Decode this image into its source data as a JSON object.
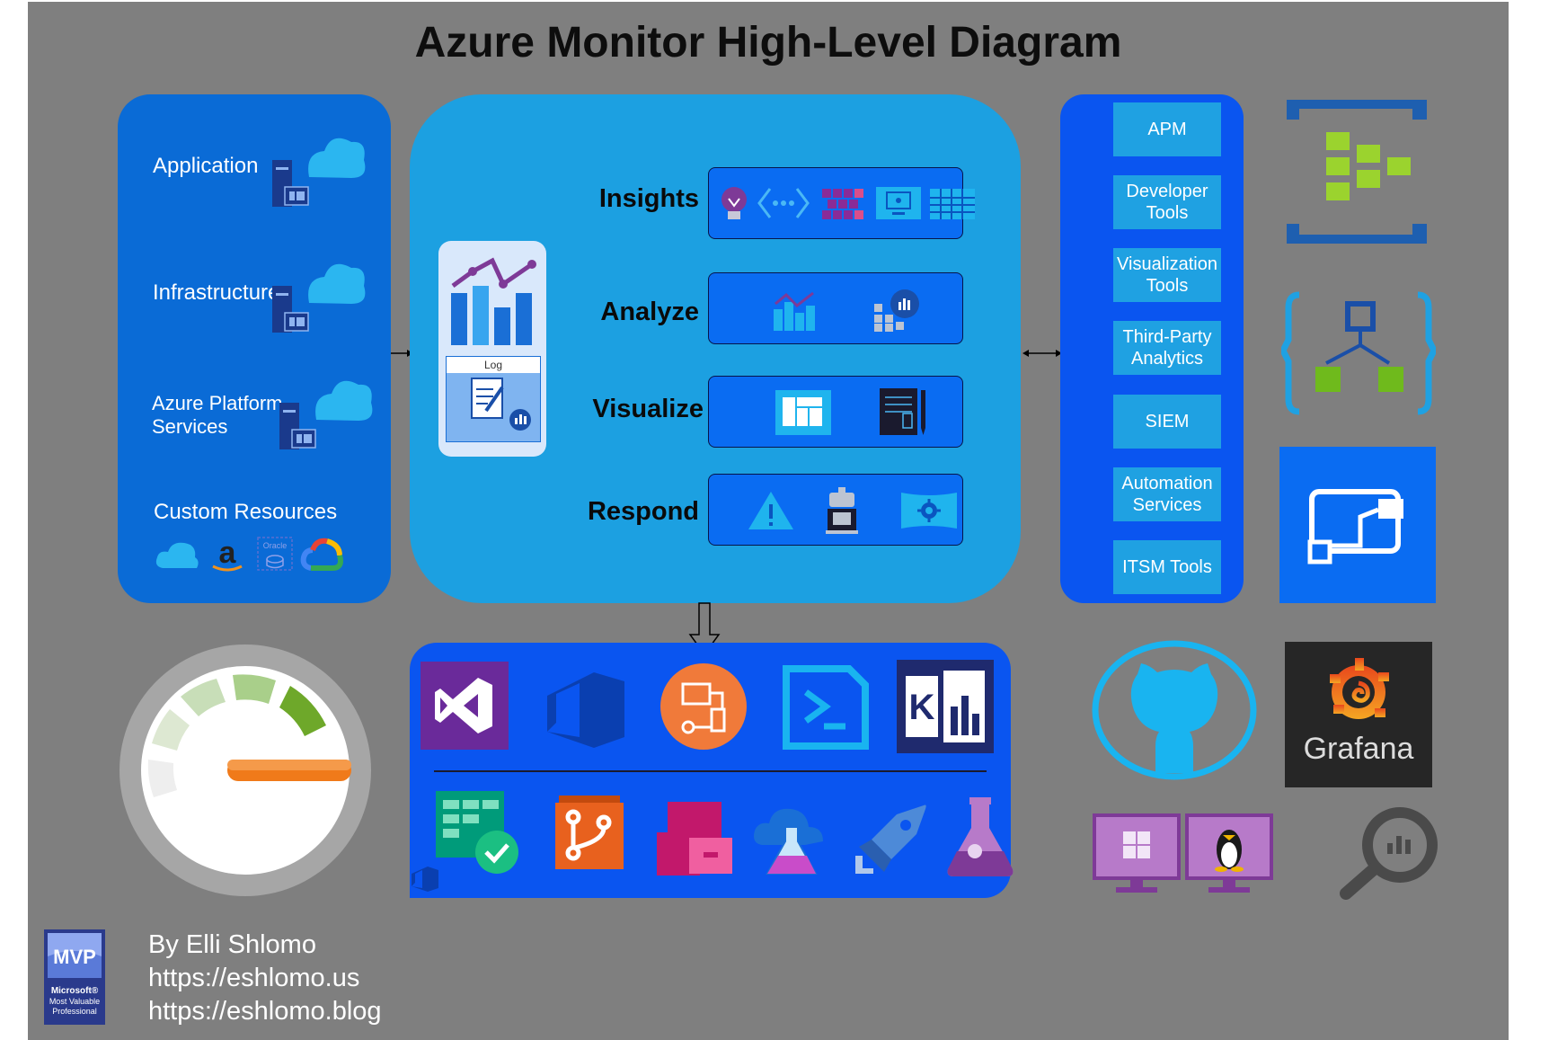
{
  "title": "Azure Monitor High-Level Diagram",
  "sources": {
    "items": [
      {
        "label": "Application"
      },
      {
        "label": "Infrastructure"
      },
      {
        "label_line1": "Azure Platform",
        "label_line2": "Services"
      },
      {
        "label": "Custom Resources"
      }
    ],
    "custom_icons": [
      "azure-cloud-icon",
      "amazon-icon",
      "oracle-icon",
      "google-cloud-icon"
    ],
    "oracle_text": "Oracle"
  },
  "core": {
    "log_label": "Log",
    "stages": [
      {
        "label": "Insights",
        "icons": [
          "app-insights-icon",
          "network-insights-icon",
          "container-insights-icon",
          "vm-insights-icon",
          "workbook-grid-icon"
        ]
      },
      {
        "label": "Analyze",
        "icons": [
          "metrics-icon",
          "log-analytics-icon"
        ]
      },
      {
        "label": "Visualize",
        "icons": [
          "dashboard-icon",
          "notebook-icon"
        ]
      },
      {
        "label": "Respond",
        "icons": [
          "alert-icon",
          "autoscale-robot-icon",
          "automation-gear-icon"
        ]
      }
    ]
  },
  "outputs": [
    {
      "line1": "APM"
    },
    {
      "line1": "Developer",
      "line2": "Tools"
    },
    {
      "line1": "Visualization",
      "line2": "Tools"
    },
    {
      "line1": "Third-Party",
      "line2": "Analytics"
    },
    {
      "line1": "SIEM"
    },
    {
      "line1": "Automation",
      "line2": "Services"
    },
    {
      "line1": "ITSM Tools"
    }
  ],
  "integrations": {
    "row1": [
      "visual-studio-icon",
      "azure-devops-icon",
      "logic-app-icon",
      "powershell-icon",
      "kusto-icon"
    ],
    "row2": [
      "azure-boards-icon",
      "azure-repos-icon",
      "azure-artifacts-icon",
      "azure-test-plans-icon",
      "azure-pipelines-icon",
      "azure-lab-icon"
    ]
  },
  "side_icons": {
    "event_hub": "event-hub-icon",
    "logic_apps": "logic-apps-icon",
    "power_automate": "power-automate-icon",
    "github": "github-icon",
    "grafana_label": "Grafana",
    "search": "search-analytics-icon",
    "windows_vm": "windows-vm-icon",
    "linux_vm": "linux-vm-icon"
  },
  "credit": {
    "mvp_badge": "MVP",
    "mvp_sub1": "Microsoft®",
    "mvp_sub2": "Most Valuable",
    "mvp_sub3": "Professional",
    "author": "By Elli Shlomo",
    "url1": "https://eshlomo.us",
    "url2": "https://eshlomo.blog"
  },
  "colors": {
    "background": "#7f7f7f",
    "source_panel": "#0a6bd6",
    "core_panel": "#1ca0e1",
    "output_panel": "#0a55f0",
    "output_button": "#1fa1e2",
    "integration_panel": "#0a55f0"
  }
}
